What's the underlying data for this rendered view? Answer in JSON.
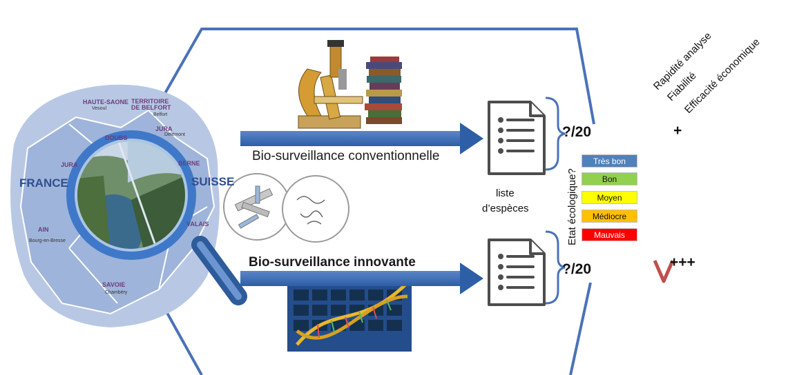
{
  "map": {
    "regions": [
      "HAUTE-SAONE",
      "TERRITOIRE DE BELFORT",
      "DOUBS",
      "JURA",
      "JURA",
      "AIN",
      "SAVOIE",
      "VALAIS",
      "BERNE"
    ],
    "cities": [
      "Vesoul",
      "Belfort",
      "Delémont",
      "Bourg-en-Bresse",
      "Chambéry"
    ],
    "france": "FRANCE",
    "suisse": "SUISSE"
  },
  "flows": {
    "conventional": "Bio-surveillance conventionnelle",
    "innovative": "Bio-surveillance innovante",
    "score_top": "?/20",
    "score_bottom": "?/20",
    "species_list": [
      "liste",
      "d’espèces"
    ]
  },
  "eco_state": {
    "label": "Etat écologique?",
    "levels": [
      {
        "label": "Très bon",
        "color": "#4f81bd"
      },
      {
        "label": "Bon",
        "color": "#92d050"
      },
      {
        "label": "Moyen",
        "color": "#ffff00"
      },
      {
        "label": "Médiocre",
        "color": "#ffc000"
      },
      {
        "label": "Mauvais",
        "color": "#ff0000"
      }
    ]
  },
  "criteria": {
    "items": [
      "Rapidité analyse",
      "Fiabilité",
      "Efficacité économique"
    ],
    "plus_top": "+",
    "plus_bottom": "+++"
  }
}
